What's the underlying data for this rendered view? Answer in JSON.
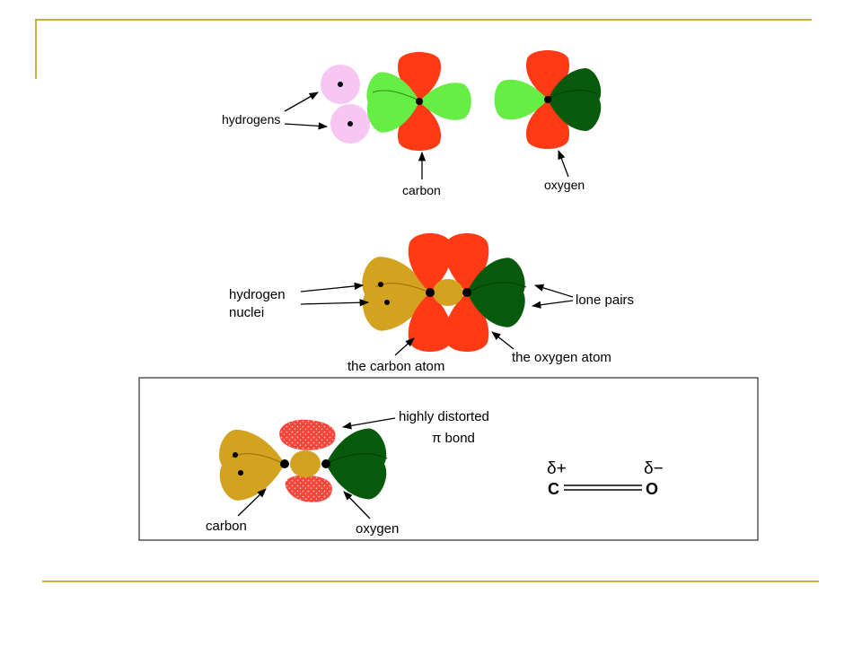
{
  "panel1": {
    "hydrogens_label": "hydrogens",
    "carbon_label": "carbon",
    "oxygen_label": "oxygen"
  },
  "panel2": {
    "hydrogen_label_line1": "hydrogen",
    "hydrogen_label_line2": "nuclei",
    "lone_pairs_label": "lone pairs",
    "carbon_atom_label": "the carbon atom",
    "oxygen_atom_label": "the oxygen atom"
  },
  "panel3": {
    "pi_bond_line1": "highly distorted",
    "pi_bond_line2": "π bond",
    "carbon_label": "carbon",
    "oxygen_label": "oxygen",
    "delta_plus": "δ+",
    "delta_minus": "δ−",
    "carbon_symbol": "C",
    "oxygen_symbol": "O"
  },
  "colors": {
    "p_orbital_red": "#ff3a14",
    "sp2_green": "#66ee44",
    "lone_pair_dark_green": "#075a0c",
    "hydrogen_pink": "#f7c6f2",
    "bond_gold": "#d3a21e",
    "pi_bond_speckle": "#f74a3c",
    "slide_rule": "#c9b13f"
  }
}
